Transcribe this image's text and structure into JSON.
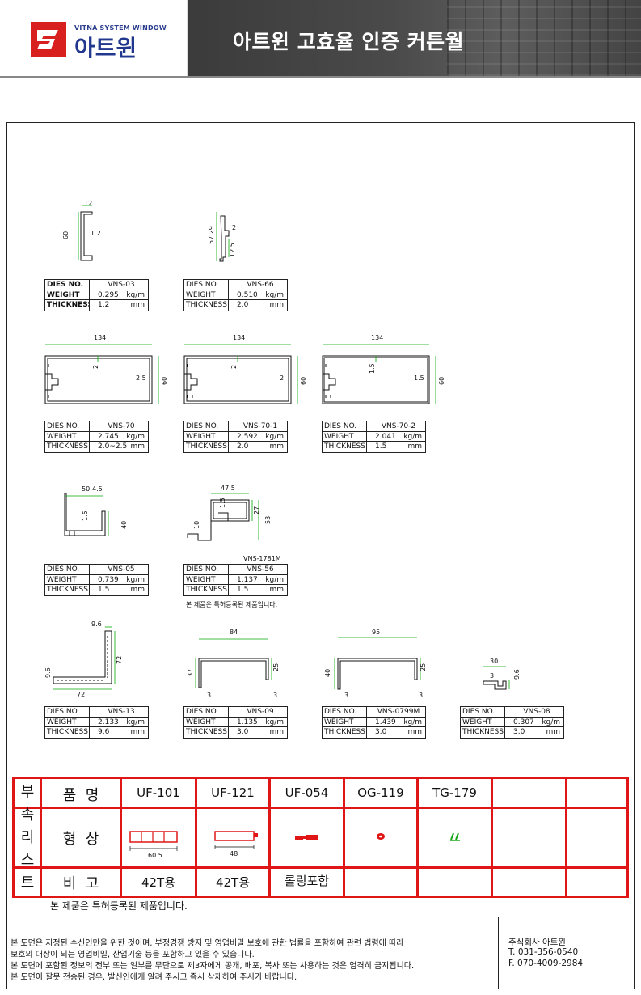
{
  "header": {
    "logo_subtitle": "VITNA SYSTEM WINDOW",
    "logo_name": "아트윈",
    "title": "아트윈 고효율 인증 커튼월"
  },
  "spec_keys": {
    "dies": "DIES NO.",
    "weight": "WEIGHT",
    "thickness": "THICKNESS"
  },
  "products": [
    {
      "dies": "VNS-03",
      "weight": "0.295",
      "weight_unit": "kg/m",
      "thickness": "1.2",
      "thickness_unit": "mm",
      "dims": [
        "12",
        "60",
        "1.2"
      ]
    },
    {
      "dies": "VNS-66",
      "weight": "0.510",
      "weight_unit": "kg/m",
      "thickness": "2.0",
      "thickness_unit": "mm",
      "dims": [
        "57.29",
        "2",
        "12.5"
      ]
    },
    {
      "dies": "VNS-70",
      "weight": "2.745",
      "weight_unit": "kg/m",
      "thickness": "2.0~2.5",
      "thickness_unit": "mm",
      "dims": [
        "134",
        "2",
        "2.5",
        "60"
      ]
    },
    {
      "dies": "VNS-70-1",
      "weight": "2.592",
      "weight_unit": "kg/m",
      "thickness": "2.0",
      "thickness_unit": "mm",
      "dims": [
        "134",
        "2",
        "2",
        "60"
      ]
    },
    {
      "dies": "VNS-70-2",
      "weight": "2.041",
      "weight_unit": "kg/m",
      "thickness": "1.5",
      "thickness_unit": "mm",
      "dims": [
        "134",
        "1.5",
        "1.5",
        "60"
      ]
    },
    {
      "dies": "VNS-05",
      "weight": "0.739",
      "weight_unit": "kg/m",
      "thickness": "1.5",
      "thickness_unit": "mm",
      "dims": [
        "50",
        "4.5",
        "1.5",
        "40"
      ]
    },
    {
      "dies": "VNS-56",
      "weight": "1.137",
      "weight_unit": "kg/m",
      "thickness": "1.5",
      "thickness_unit": "mm",
      "dims": [
        "47.5",
        "27",
        "1.5",
        "10",
        "53"
      ],
      "label_above": "VNS-1781M",
      "note": "본 제품은 특허등록된 제품입니다."
    },
    {
      "dies": "VNS-13",
      "weight": "2.133",
      "weight_unit": "kg/m",
      "thickness": "9.6",
      "thickness_unit": "mm",
      "dims": [
        "9.6",
        "72",
        "9.6",
        "72"
      ]
    },
    {
      "dies": "VNS-09",
      "weight": "1.135",
      "weight_unit": "kg/m",
      "thickness": "3.0",
      "thickness_unit": "mm",
      "dims": [
        "84",
        "37",
        "25",
        "3",
        "3"
      ]
    },
    {
      "dies": "VNS-0799M",
      "weight": "1.439",
      "weight_unit": "kg/m",
      "thickness": "3.0",
      "thickness_unit": "mm",
      "dims": [
        "95",
        "40",
        "25",
        "3",
        "3"
      ]
    },
    {
      "dies": "VNS-08",
      "weight": "0.307",
      "weight_unit": "kg/m",
      "thickness": "3.0",
      "thickness_unit": "mm",
      "dims": [
        "30",
        "3",
        "9.6"
      ]
    }
  ],
  "accessories": {
    "side_label": [
      "부",
      "속",
      "리",
      "스",
      "트"
    ],
    "row_labels": {
      "name": "품  명",
      "shape": "형  상",
      "remark": "비  고"
    },
    "items": [
      {
        "name": "UF-101",
        "shape_dim": "60.5",
        "remark": "42T용"
      },
      {
        "name": "UF-121",
        "shape_dim": "48",
        "remark": "42T용"
      },
      {
        "name": "UF-054",
        "shape_dim": "",
        "remark": "롤링포함"
      },
      {
        "name": "OG-119",
        "shape_dim": "",
        "remark": ""
      },
      {
        "name": "TG-179",
        "shape_dim": "",
        "remark": ""
      }
    ],
    "note": "본 제품은 특허등록된 제품입니다.",
    "color": "#e01515"
  },
  "footer": {
    "lines": [
      "본 도면은 지정된 수신인만을 위한 것이며, 부정경쟁 방지 및 영업비밀 보호에 관한 법률을 포함하여 관련 법령에 따라",
      "보호의 대상이 되는 영업비밀, 산업기술 등을 포함하고 있을 수 있습니다.",
      "본 도면에 포함된 정보의 전부 또는 일부를 무단으로 제3자에게 공개, 배포, 복사 또는 사용하는 것은 엄격히 금지됩니다.",
      "본 도면이 잘못 전송된 경우, 발신인에게 알려 주시고 즉시 삭제하여 주시기 바랍니다."
    ],
    "company": "주식회사 아트윈",
    "tel": "T. 031-356-0540",
    "fax": "F. 070-4009-2984"
  }
}
